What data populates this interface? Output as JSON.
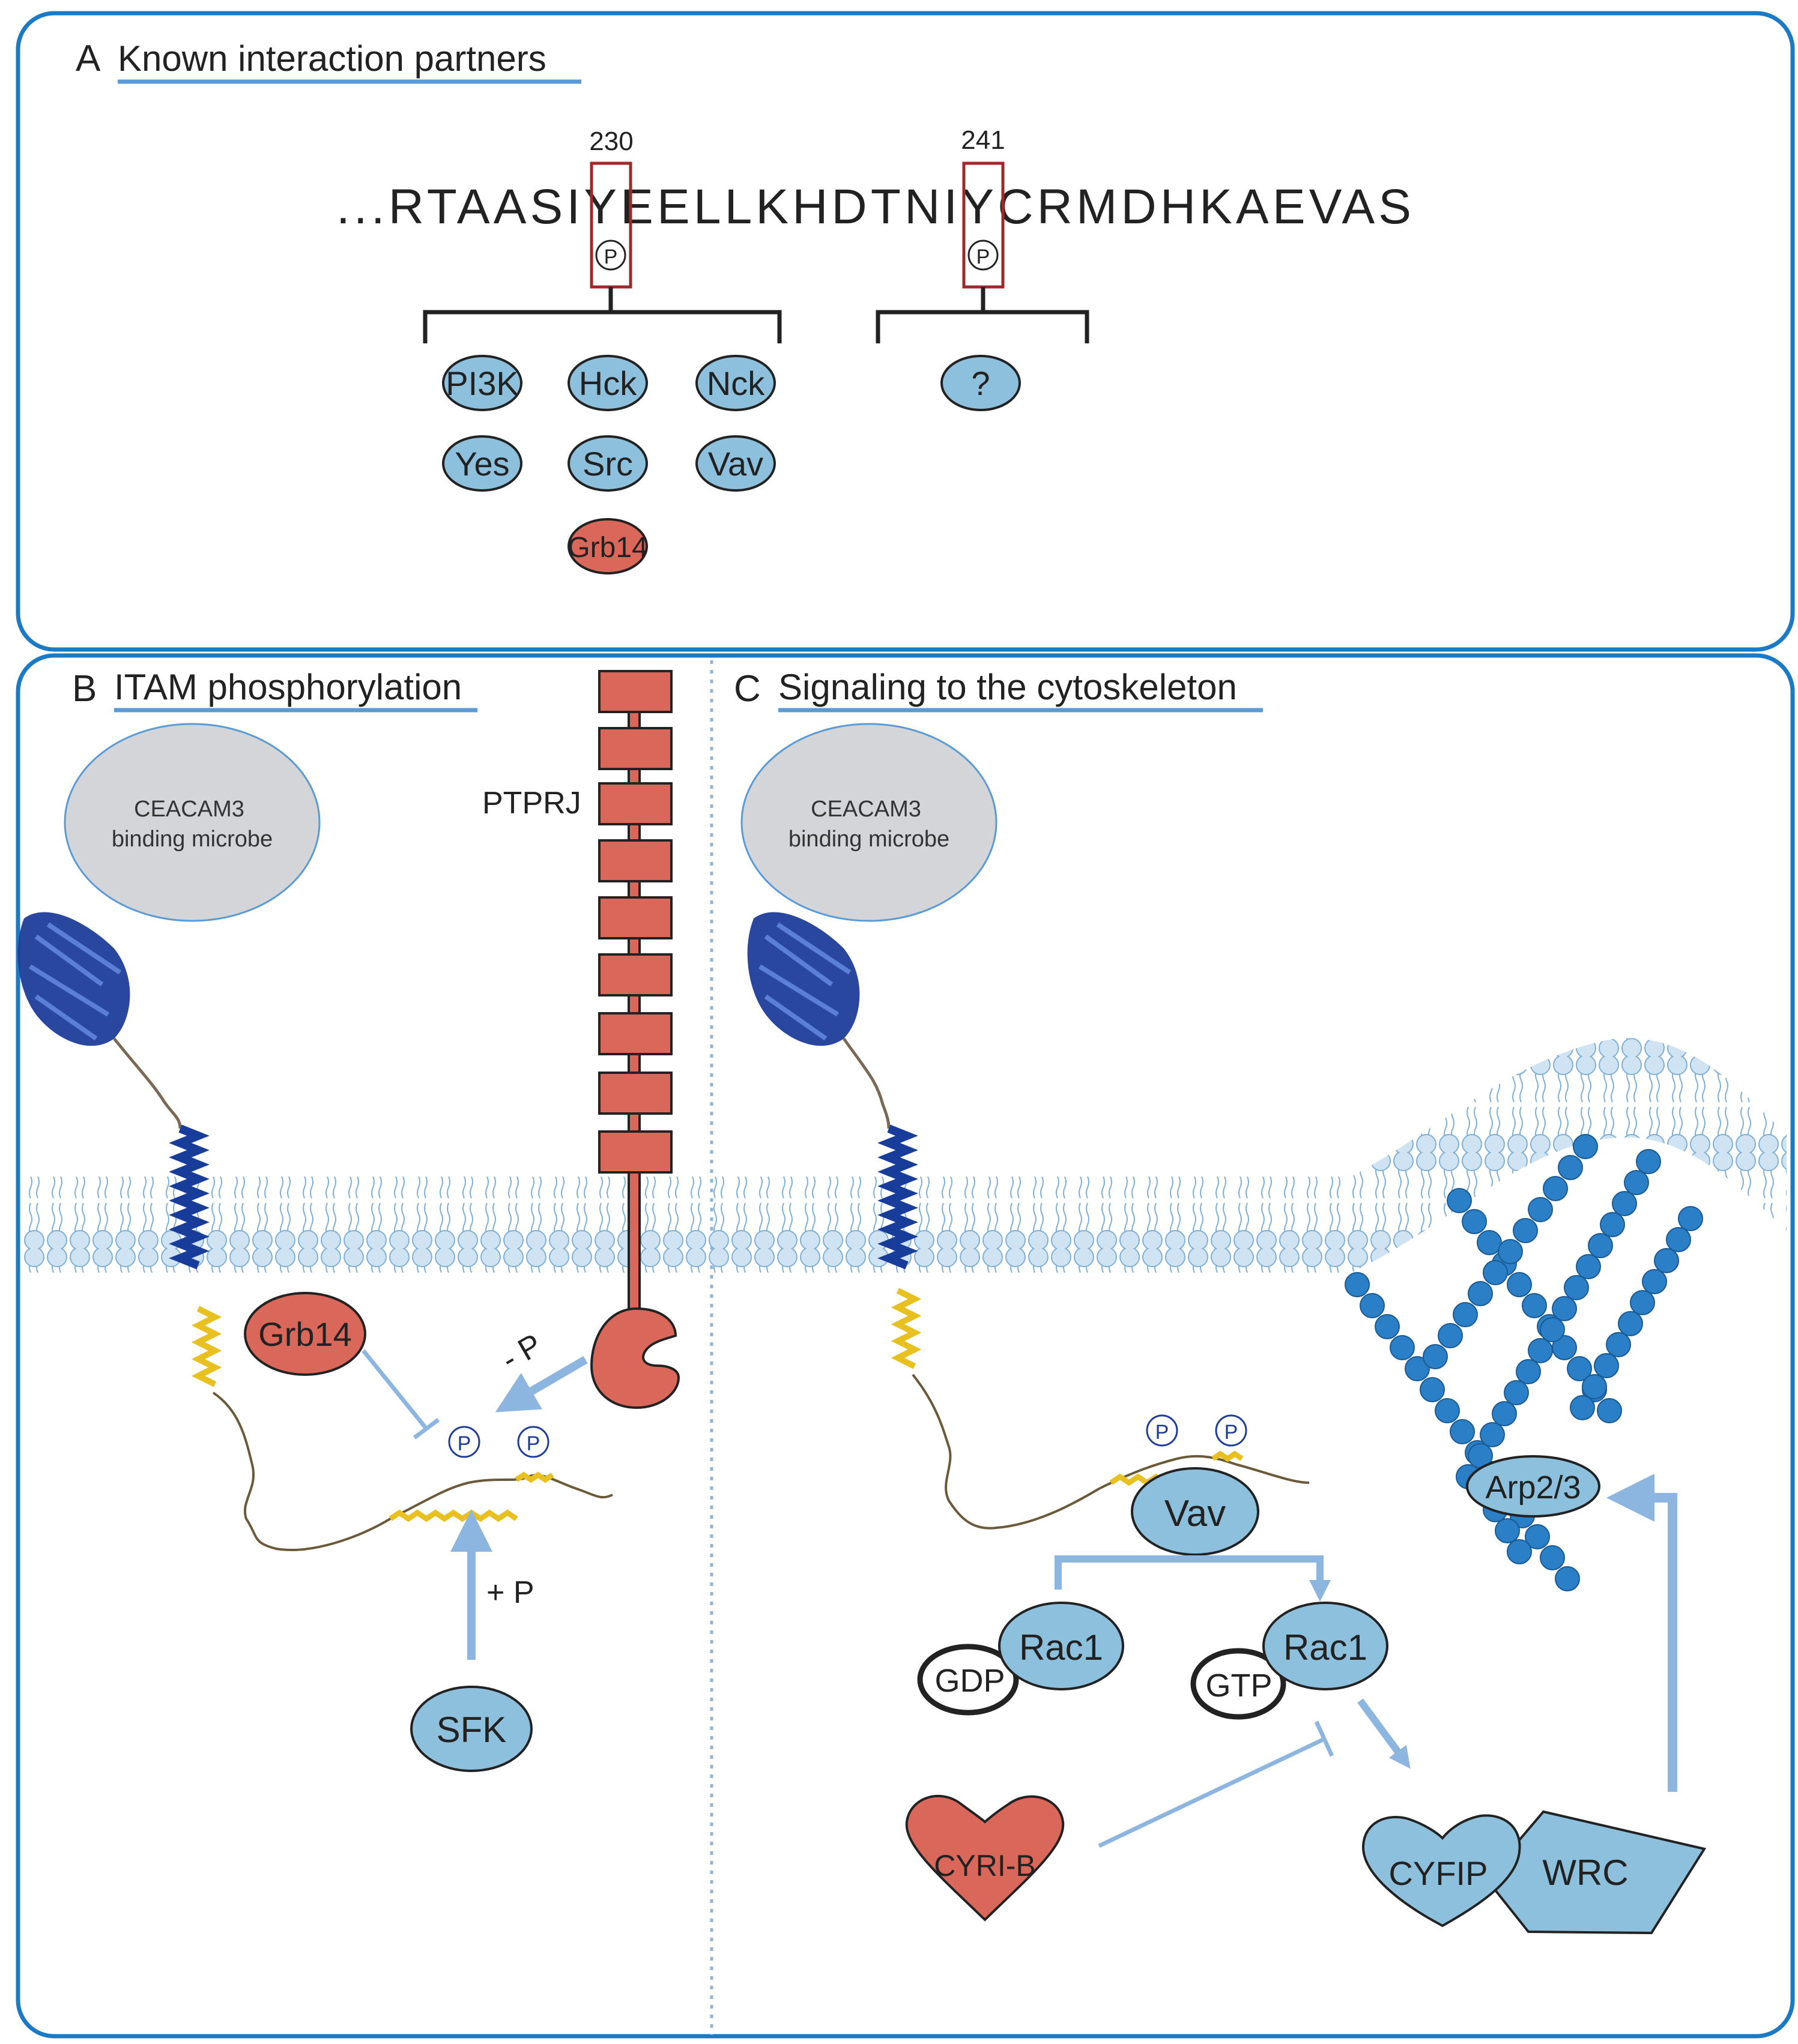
{
  "colors": {
    "frame": "#1a7ac6",
    "underline": "#5a9bd5",
    "protein_blue": "#8dc0dc",
    "protein_red": "#d9675a",
    "microbe_gray": "#d4d5d9",
    "membrane": "#cfe3f3",
    "arrow_blue": "#8cb6e0",
    "box_red": "#9d2a2a",
    "actin_blue": "#2a7fc6",
    "itam_yellow": "#e8c01f"
  },
  "panel_a": {
    "letter": "A",
    "title": "Known interaction partners",
    "sequence": "...RTAASIYEELLKHDTNIYCRMDHKAEVAS",
    "residue_1": "230",
    "residue_2": "241",
    "phospho_symbol": "P",
    "partners_230": [
      "PI3K",
      "Hck",
      "Nck",
      "Yes",
      "Src",
      "Vav"
    ],
    "inhibitor_230": "Grb14",
    "partner_241": "?"
  },
  "panel_b": {
    "letter": "B",
    "title": "ITAM phosphorylation",
    "microbe_line1": "CEACAM3",
    "microbe_line2": "binding microbe",
    "receptor_label": "PTPRJ",
    "grb14": "Grb14",
    "dephos_label": "- P",
    "phos_label": "+ P",
    "sfk": "SFK",
    "phospho_symbol": "P"
  },
  "panel_c": {
    "letter": "C",
    "title": "Signaling to the cytoskeleton",
    "microbe_line1": "CEACAM3",
    "microbe_line2": "binding microbe",
    "vav": "Vav",
    "rac1_inactive": "Rac1",
    "gdp": "GDP",
    "rac1_active": "Rac1",
    "gtp": "GTP",
    "cyrib": "CYRI-B",
    "cyfip": "CYFIP",
    "wrc": "WRC",
    "arp": "Arp2/3",
    "phospho_symbol": "P"
  }
}
